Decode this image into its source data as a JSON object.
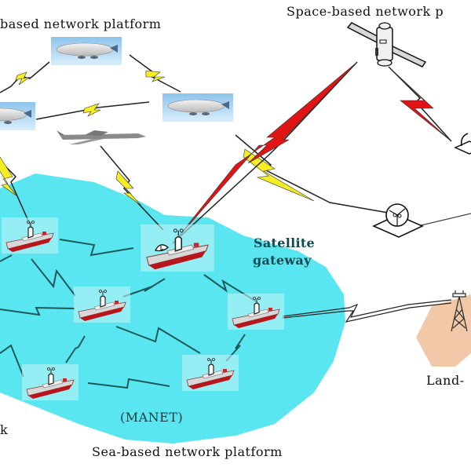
{
  "labels": {
    "air_platform": "based network platform",
    "space_platform": "Space-based network p",
    "satellite_gateway_line1": "Satellite",
    "satellite_gateway_line2": "gateway",
    "manet": "(MANET)",
    "sea_platform": "Sea-based network platform",
    "land_platform": "Land-",
    "left_cut": "k"
  },
  "colors": {
    "sea": "#5ae6f0",
    "land": "#f2c9a8",
    "link_yellow": "#f4ee22",
    "link_red": "#e01414",
    "link_sea": "#1c5a5a",
    "sky_tile": "#a9d4f0"
  },
  "nodes": {
    "airships": [
      "airship-top",
      "airship-left",
      "airship-right"
    ],
    "uav": "uav",
    "satellite": "satellite",
    "ground_stations": [
      "ground-station-right-top",
      "ground-station-mid"
    ],
    "ships": [
      "ship-1",
      "ship-gateway",
      "ship-3",
      "ship-4",
      "ship-5",
      "ship-6"
    ],
    "tower": "land-tower"
  }
}
